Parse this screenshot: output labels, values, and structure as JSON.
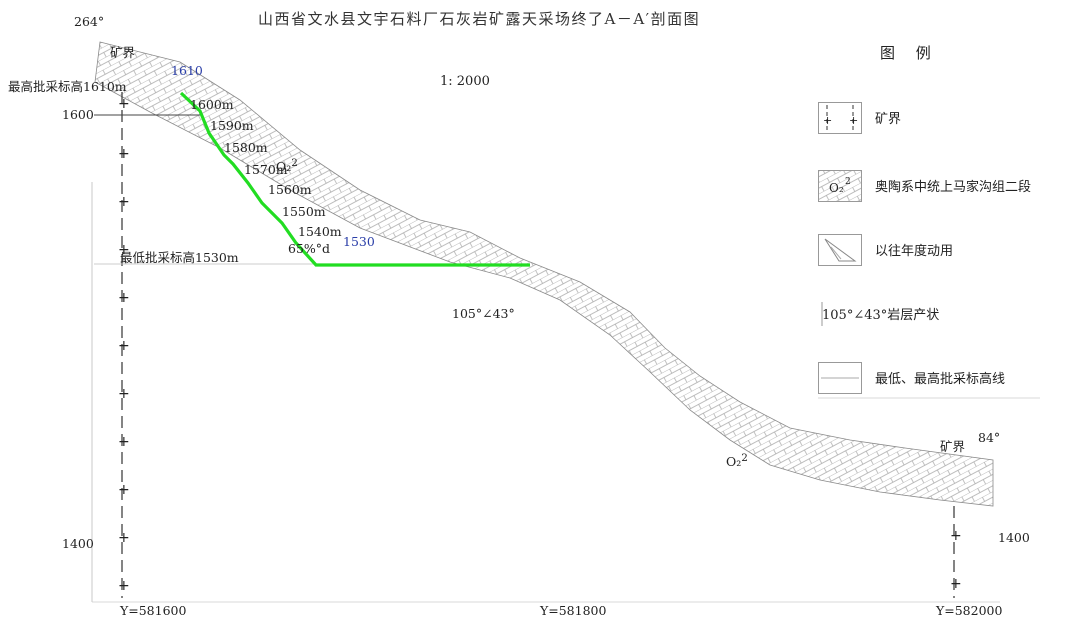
{
  "title": "山西省文水县文宇石料厂石灰岩矿露天采场终了A－A′剖面图",
  "scale": "1: 2000",
  "profile": {
    "left_azimuth": "264°",
    "right_azimuth": "84°",
    "boundary_left": "矿界",
    "boundary_right": "矿界",
    "max_elevation_label": "最高批采标高1610m",
    "min_elevation_label": "最低批采标高1530m",
    "top_marker": "1610",
    "bottom_marker": "1530",
    "elev_1600": "1600",
    "elev_1400_left": "1400",
    "elev_1400_right": "1400",
    "benches": [
      "1600m",
      "1590m",
      "1580m",
      "1570m",
      "1560m",
      "1550m",
      "1540m"
    ],
    "slope_angle": "65%°d",
    "attitude": "105°∠43°",
    "formation_upper": "O₂",
    "formation_upper_sup": "2",
    "formation_lower": "O₂",
    "formation_lower_sup": "2",
    "coord_left": "Y=581600",
    "coord_mid": "Y=581800",
    "coord_right": "Y=582000"
  },
  "legend": {
    "title": "图 例",
    "items": [
      {
        "icon": "boundary-icon",
        "label": "矿界"
      },
      {
        "icon": "formation-icon",
        "label": "奥陶系中统上马家沟组二段"
      },
      {
        "icon": "mined-area-icon",
        "label": "以往年度动用"
      },
      {
        "icon": "attitude-icon",
        "label": "105°∠43°岩层产状",
        "sample": "105°∠43°"
      },
      {
        "icon": "elevation-line-icon",
        "label": "最低、最高批采标高线"
      }
    ]
  },
  "colors": {
    "pit_line": "#22dd22",
    "hatch": "#9a9a9a",
    "marker": "#2a3ea8"
  }
}
